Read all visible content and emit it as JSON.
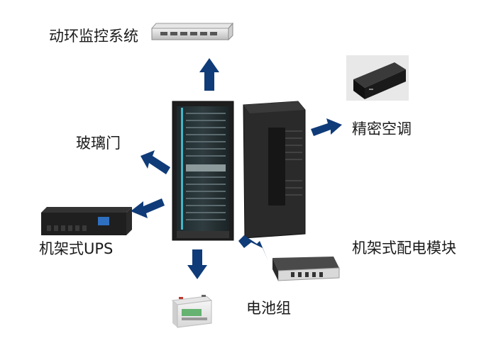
{
  "components": {
    "monitoring_system": "动环监控系统",
    "precision_ac": "精密空调",
    "glass_door": "玻璃门",
    "rack_ups": "机架式UPS",
    "rack_pdu": "机架式配电模块",
    "battery": "电池组"
  },
  "colors": {
    "arrow": "#0f3b78",
    "cabinet": "#2b2b2b",
    "cabinet_dark": "#1c1c1c",
    "glass_accent": "#4ad0e0",
    "label": "#1a1a1a"
  },
  "icons": [
    "monitor-server-icon",
    "ac-unit-icon",
    "ups-icon",
    "pdu-icon",
    "battery-icon"
  ]
}
